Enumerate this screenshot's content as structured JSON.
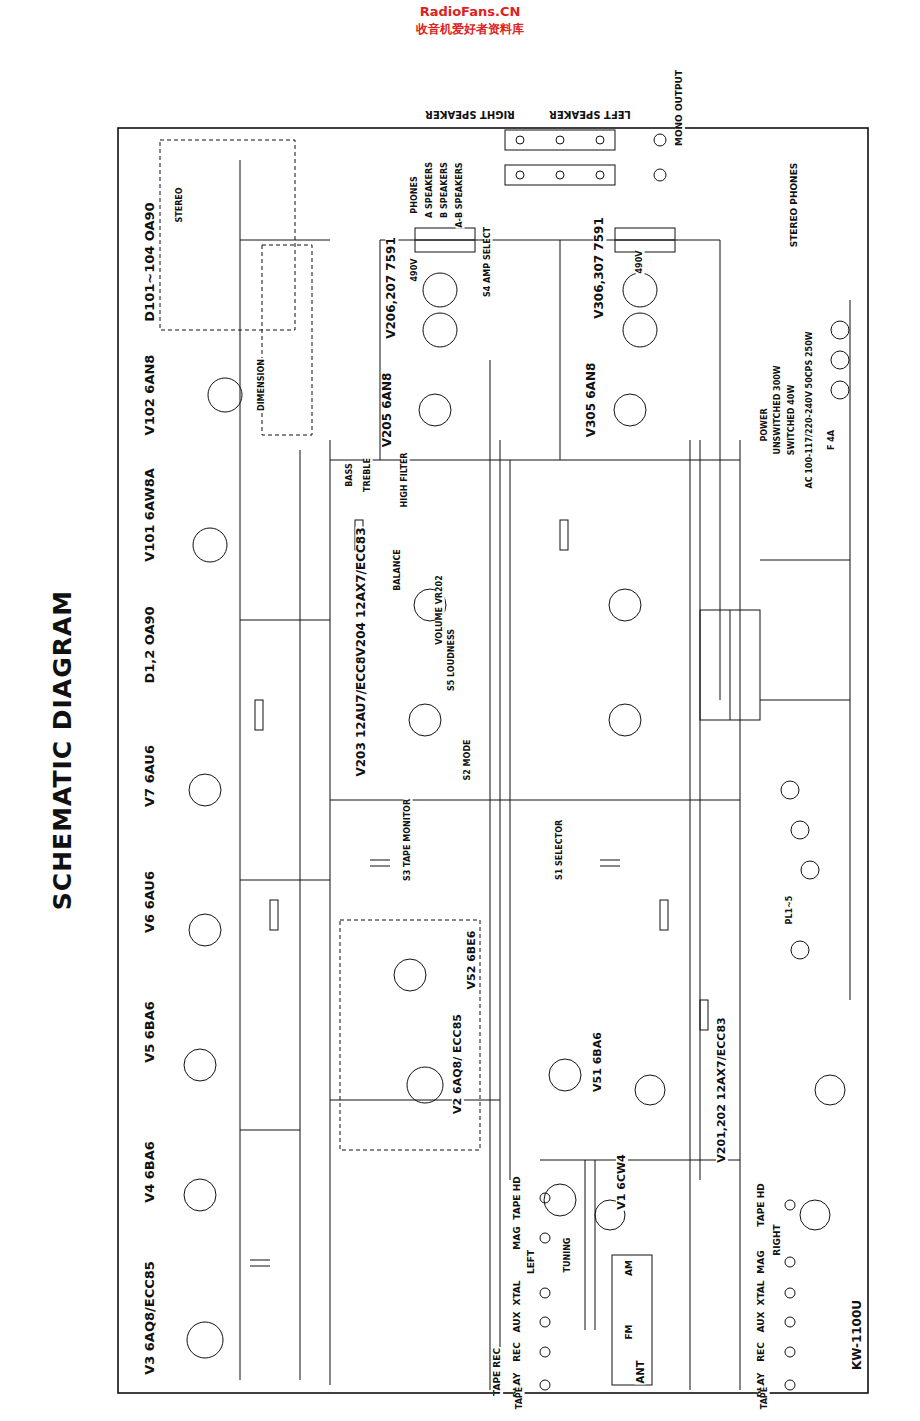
{
  "diagram": {
    "title": "SCHEMATIC DIAGRAM",
    "labels": [
      "RadioFans.CN",
      "收音机爱好者资料库",
      "V3 6AQ8/ECC85",
      "V4 6BA6",
      "V5 6BA6",
      "V6 6AU6",
      "V7 6AU6",
      "D1,2 OA90",
      "V101 6AW8A",
      "V102 6AN8",
      "D101~104 OA90",
      "V2 6AQ8/ ECC85",
      "V52 6BE6",
      "V51 6BA6",
      "V1 6CW4",
      "ANT",
      "FM",
      "AM",
      "TUNING",
      "V203 12AU7/ECC82",
      "V204 12AX7/ECC83",
      "V205 6AN8",
      "V206,207 7591",
      "V305 6AN8",
      "V306,307 7591",
      "V201,202 12AX7/ECC83",
      "TAPE REC",
      "PLAY",
      "REC",
      "AUX",
      "XTAL",
      "LEFT",
      "MAG",
      "TAPE HD",
      "TAPE",
      "PLAY",
      "REC",
      "AUX",
      "XTAL",
      "MAG",
      "RIGHT",
      "TAPE HD",
      "TAPE",
      "RIGHT SPEAKER",
      "LEFT SPEAKER",
      "MONO OUTPUT",
      "STEREO PHONES",
      "KW-1100U",
      "S4 AMP SELECT",
      "S5 LOUDNESS",
      "VOLUME VR202",
      "BALANCE",
      "S1 SELECTOR",
      "S3 TAPE MONITOR",
      "S2 MODE",
      "BASS",
      "TREBLE",
      "HIGH FILTER",
      "DIMENSION",
      "POWER",
      "SWITCHED 40W",
      "UNSWITCHED 300W",
      "AC 100-117/220-240V 50CPS 250W",
      "F 4A",
      "PL1~5",
      "490V",
      "490V",
      "A SPEAKERS",
      "B SPEAKERS",
      "A-B SPEAKERS",
      "PHONES",
      "STEREO"
    ]
  }
}
